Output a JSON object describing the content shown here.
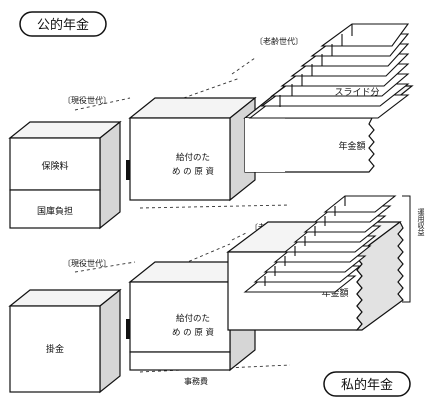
{
  "public_pension": {
    "title": "公的年金",
    "bracket_active_generation": "〔現役世代〕",
    "bracket_retired_generation": "〔老齢世代〕",
    "box_premiums": "保険料",
    "box_national_subsidy": "国庫負担",
    "box_benefit_source_line1": "給付のた",
    "box_benefit_source_line2": "め の 原 資",
    "slide_label": "スライド分",
    "box_pension_amount": "年金額"
  },
  "private_pension": {
    "title": "私的年金",
    "bracket_active_generation": "〔現役世代〕",
    "bracket_retirement": "〔老後〕",
    "box_contribution": "掛金",
    "box_benefit_source_line1": "給付のた",
    "box_benefit_source_line2": "め の 原 資",
    "box_administrative_cost": "事務費",
    "box_pension_amount": "年金額",
    "side_note": "運用収益"
  }
}
